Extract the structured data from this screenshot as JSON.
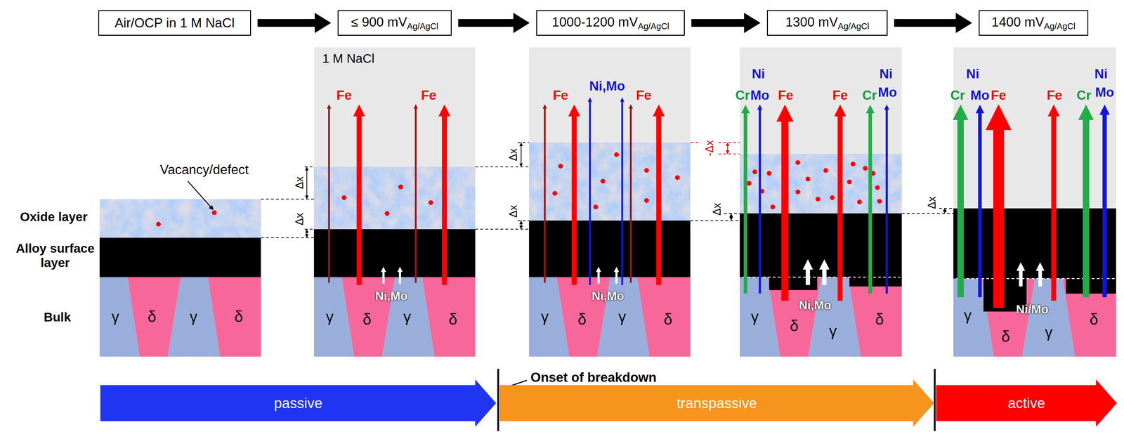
{
  "diagram": {
    "nodes": [
      {
        "text": [
          "Air/OCP in 1 M NaCl"
        ]
      },
      {
        "text": [
          "≤ 900 mV",
          "Ag/AgCl"
        ]
      },
      {
        "text": [
          "1000-1200 mV",
          "Ag/AgCl"
        ]
      },
      {
        "text": [
          "1300 mV",
          "Ag/AgCl"
        ]
      },
      {
        "text": [
          "1400 mV",
          "Ag/AgCl"
        ]
      },
      {
        "text": [
          "passive"
        ]
      },
      {
        "text": [
          "transpassive"
        ]
      },
      {
        "text": [
          "active"
        ]
      }
    ],
    "edges": [
      {
        "from": 0,
        "to": 1,
        "arrow": "to"
      },
      {
        "from": 1,
        "to": 2,
        "arrow": "to"
      },
      {
        "from": 2,
        "to": 3,
        "arrow": "to"
      },
      {
        "from": 3,
        "to": 4,
        "arrow": "to"
      }
    ],
    "labels": [
      "Vacancy/defect",
      "Oxide layer",
      "Alloy surface layer",
      "Bulk",
      "γ",
      "δ",
      "γ",
      "δ",
      "1 M NaCl",
      "Δx",
      "Δx",
      "Fe",
      "Fe",
      "Ni,Mo",
      "γ",
      "δ",
      "γ",
      "δ",
      "Δx",
      "Δx",
      "Fe",
      "Ni,Mo",
      "Fe",
      "Ni,Mo",
      "γ",
      "δ",
      "γ",
      "δ",
      "-Δx",
      "Δx",
      "Ni",
      "Cr",
      "Mo",
      "Fe",
      "Fe",
      "Cr",
      "Ni",
      "Mo",
      "Ni,Mo",
      "γ",
      "δ",
      "γ",
      "δ",
      "Δx",
      "Ni",
      "Cr",
      "Mo",
      "Fe",
      "Fe",
      "Cr",
      "Ni",
      "Mo",
      "Ni/Mo",
      "γ",
      "δ",
      "γ",
      "δ",
      "Onset of breakdown"
    ]
  }
}
